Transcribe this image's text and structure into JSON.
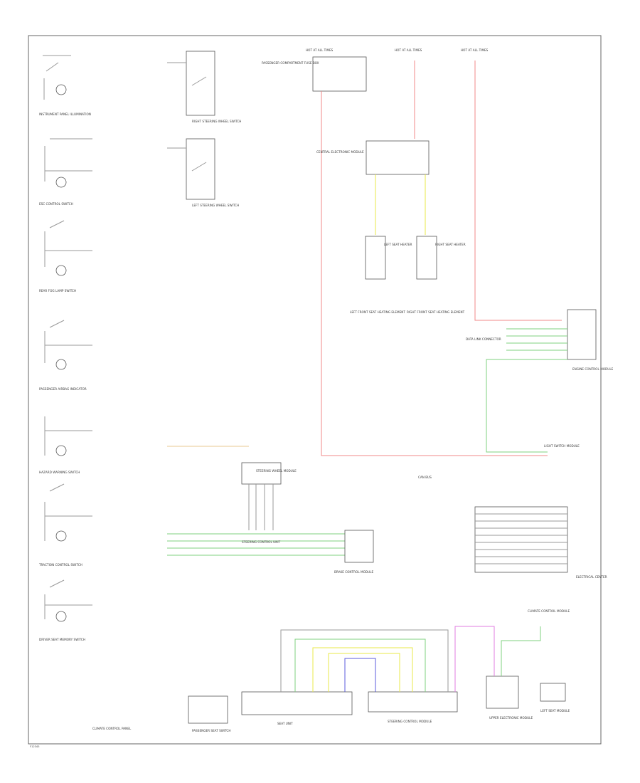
{
  "labels": {
    "side_1": "INSTRUMENT PANEL ILLUMINATION",
    "side_2": "ESC CONTROL SWITCH",
    "side_3": "REAR FOG LAMP SWITCH",
    "side_4": "PASSENGER AIRBAG INDICATOR",
    "side_5": "HAZARD WARNING SWITCH",
    "side_6": "TRACTION CONTROL SWITCH",
    "side_7": "DRIVER SEAT MEMORY SWITCH",
    "sw_right": "RIGHT STEERING WHEEL SWITCH",
    "sw_left": "LEFT STEERING WHEEL SWITCH",
    "fuse_1": "HOT AT ALL TIMES",
    "fuse_2": "HOT AT ALL TIMES",
    "fuse_3": "HOT AT ALL TIMES",
    "pdm": "PASSENGER COMPARTMENT FUSE BOX",
    "central_module": "CENTRAL ELECTRONIC MODULE",
    "left_heater": "LEFT SEAT HEATER",
    "right_heater": "RIGHT SEAT HEATER",
    "left_heater_elem": "LEFT FRONT SEAT HEATING ELEMENT",
    "right_heater_elem": "RIGHT FRONT SEAT HEATING ELEMENT",
    "data_link": "DATA LINK CONNECTOR",
    "engine_ecm": "ENGINE CONTROL MODULE",
    "instrument_panel_light": "LIGHT SWITCH MODULE",
    "comm_bus": "CAN BUS",
    "steering_module": "STEERING WHEEL MODULE",
    "steering_ctrl": "STEERING CONTROL UNIT",
    "brake_module": "BRAKE CONTROL MODULE",
    "electrical_center": "ELECTRICAL CENTER",
    "climate_panel": "CLIMATE CONTROL PANEL",
    "passenger_seat": "PASSENGER SEAT SWITCH",
    "seat_unit": "SEAT UNIT",
    "steering_unit": "STEERING CONTROL MODULE",
    "upper_module": "UPPER ELECTRONIC MODULE",
    "left_seat": "LEFT SEAT MODULE",
    "climate_control": "CLIMATE CONTROL MODULE",
    "fig_id": "F12345"
  }
}
